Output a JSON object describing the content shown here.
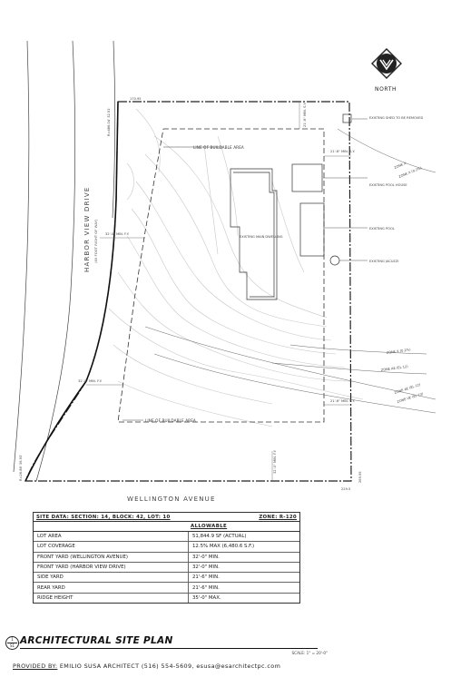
{
  "plan": {
    "north_label": "NORTH",
    "road_left": "HARBOR VIEW DRIVE",
    "road_left_sub": "(60 FOOT RIGHT OF WAY)",
    "road_bottom": "WELLINGTON AVENUE",
    "dimensions": {
      "top": "170.95",
      "left_top": "R=486.04' 32.51'",
      "left_bottom": "R=26.88' 36.93'",
      "right_bottom": "269.99",
      "bottom_right": "229.5"
    },
    "setbacks": {
      "rear_top": "21'-6\" MIN. S.Y.",
      "side_right_top": "21'-6\" MIN. S.Y.",
      "front_left_mid": "32'-0\" MIN. F.Y.",
      "front_left_low": "32'-0\" MIN. F.Y.",
      "side_right_low": "21'-6\" MIN. S.Y.",
      "front_bottom": "32'-0\" MIN. F.Y."
    },
    "labels": {
      "buildable_top": "LINE OF BUILDABLE AREA",
      "buildable_bottom": "LINE OF BUILDABLE AREA",
      "dwelling": "EXISTING MAIN DWELLING",
      "shed": "EXISTING SHED TO BE REMOVED",
      "pool_house": "EXISTING POOL HOUSE",
      "pool": "EXISTING POOL",
      "jacuzzi": "EXISTING JACUZZI"
    },
    "zones": {
      "zx": "ZONE X",
      "zx_028": "ZONE X (0.2%)",
      "zx_028_mid": "ZONE X (0.2%)",
      "ae12_mid": "ZONE AE (EL 12)",
      "ae12_low": "ZONE AE (EL 12)",
      "ve13": "ZONE VE (EL 13)"
    }
  },
  "site_data": {
    "title": "SITE DATA:  SECTION: 14,  BLOCK: 42,  LOT: 10",
    "zone": "ZONE: R-120",
    "allowable_header": "ALLOWABLE",
    "rows": [
      {
        "label": "LOT AREA",
        "value": "51,844.9 SF (ACTUAL)"
      },
      {
        "label": "LOT COVERAGE",
        "value": "12.5% MAX (6,480.6 S.F.)"
      },
      {
        "label": "FRONT YARD (WELLINGTON AVENUE)",
        "value": "32'-0\" MIN."
      },
      {
        "label": "FRONT YARD (HARBOR VIEW DRIVE)",
        "value": "32'-0\" MIN."
      },
      {
        "label": "SIDE YARD",
        "value": "21'-6\" MIN."
      },
      {
        "label": "REAR YARD",
        "value": "21'-6\" MIN."
      },
      {
        "label": "RIDGE HEIGHT",
        "value": "35'-0\" MAX."
      }
    ]
  },
  "title_block": {
    "sheet_num": "1",
    "sheet_ref": "S1",
    "title": "ARCHITECTURAL SITE PLAN",
    "scale": "SCALE: 1\" = 20'-0\"",
    "provided_prefix": "PROVIDED BY:",
    "provided_rest": " EMILIO SUSA ARCHITECT  (516) 554-5609,  esusa@esarchitectpc.com"
  }
}
